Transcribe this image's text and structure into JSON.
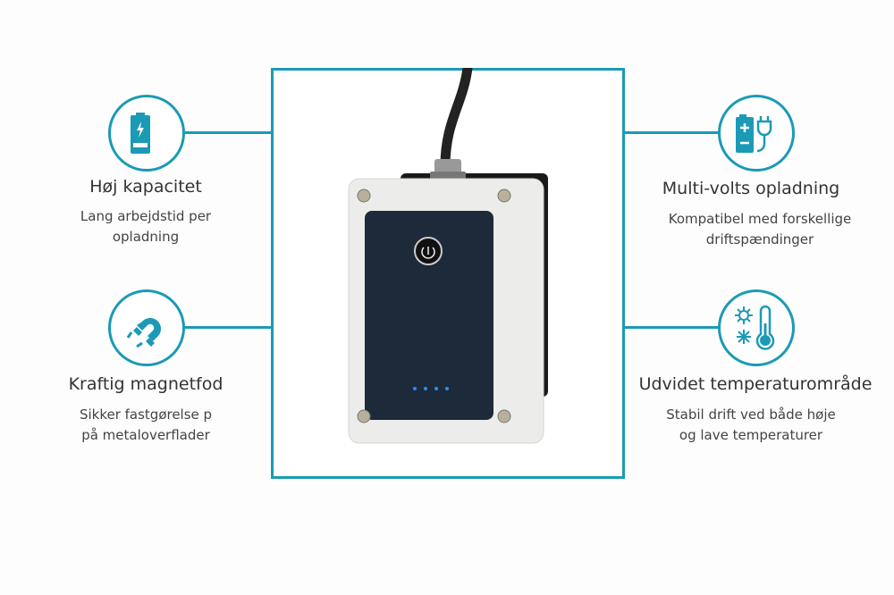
{
  "accent": "#1b9ab6",
  "features": [
    {
      "icon": "battery-charge-icon",
      "title": "Høj kapacitet",
      "desc1": "Lang arbejdstid per",
      "desc2": "opladning"
    },
    {
      "icon": "magnet-icon",
      "title": "Kraftig magnetfod",
      "desc1": "Sikker fastgørelse p",
      "desc2": "på metaloverflader"
    },
    {
      "icon": "battery-plug-icon",
      "title": "Multi-volts opladning",
      "desc1": "Kompatibel med forskellige",
      "desc2": "driftspændinger"
    },
    {
      "icon": "temperature-icon",
      "title": "Udvidet temperaturområde",
      "desc1": "Stabil drift ved både høje",
      "desc2": "og lave temperaturer"
    }
  ]
}
